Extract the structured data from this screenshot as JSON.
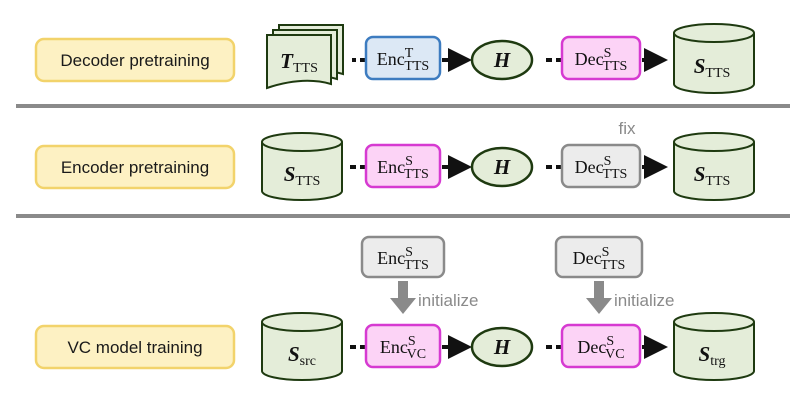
{
  "rows": [
    {
      "stage_label": "Decoder pretraining",
      "input": {
        "symbol": "T",
        "sub": "TTS"
      },
      "encoder": {
        "name": "Enc",
        "sup": "T",
        "sub": "TTS"
      },
      "hidden": "H",
      "decoder": {
        "name": "Dec",
        "sup": "S",
        "sub": "TTS"
      },
      "output": {
        "symbol": "S",
        "sub": "TTS"
      }
    },
    {
      "stage_label": "Encoder pretraining",
      "input": {
        "symbol": "S",
        "sub": "TTS"
      },
      "encoder": {
        "name": "Enc",
        "sup": "S",
        "sub": "TTS"
      },
      "hidden": "H",
      "decoder": {
        "name": "Dec",
        "sup": "S",
        "sub": "TTS"
      },
      "decoder_note": "fix",
      "output": {
        "symbol": "S",
        "sub": "TTS"
      }
    },
    {
      "stage_label": "VC model training",
      "input": {
        "symbol": "S",
        "sub": "src"
      },
      "encoder": {
        "name": "Enc",
        "sup": "S",
        "sub": "VC"
      },
      "encoder_init": {
        "name": "Enc",
        "sup": "S",
        "sub": "TTS",
        "note": "initialize"
      },
      "hidden": "H",
      "decoder": {
        "name": "Dec",
        "sup": "S",
        "sub": "VC"
      },
      "decoder_init": {
        "name": "Dec",
        "sup": "S",
        "sub": "TTS",
        "note": "initialize"
      },
      "output": {
        "symbol": "S",
        "sub": "trg"
      }
    }
  ],
  "colors": {
    "label_fill": "#fdf1c3",
    "label_stroke": "#f2d36b",
    "store_fill": "#e4edd9",
    "store_stroke": "#1e3a10",
    "doc_fill": "#e4edd9",
    "enc_text_fill": "#dce8f5",
    "enc_text_stroke": "#3d7cc0",
    "pink_fill": "#fcd3f6",
    "pink_stroke": "#d63ad1",
    "hidden_fill": "#e4edd9",
    "grey_fill": "#ececec",
    "grey_stroke": "#8a8a8a",
    "divider": "#8a8a8a"
  }
}
